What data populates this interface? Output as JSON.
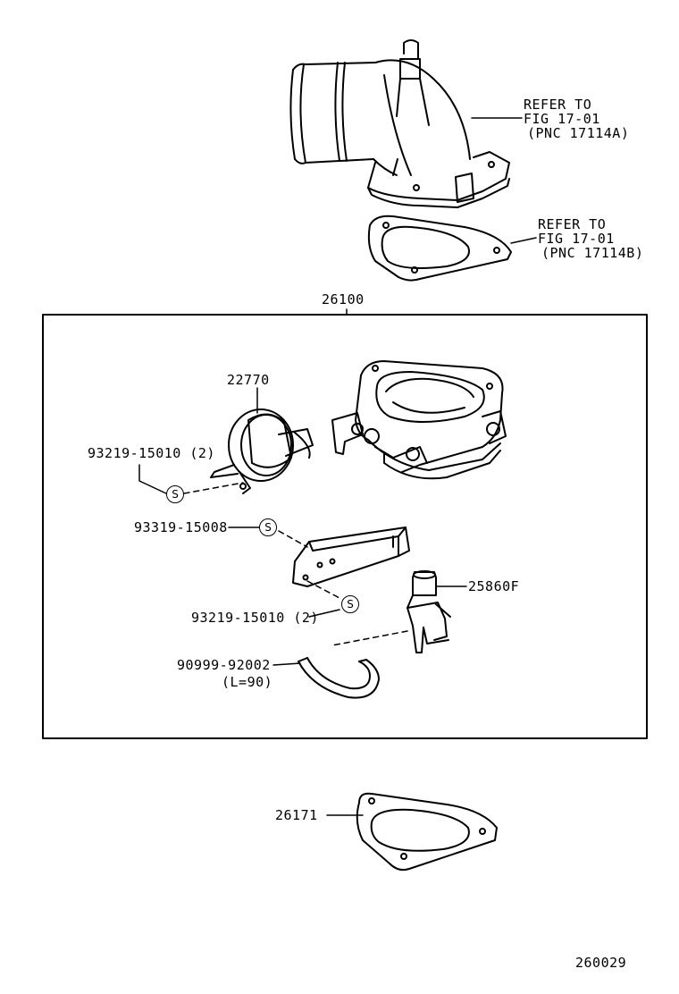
{
  "callouts": {
    "refer_a": [
      "REFER TO",
      "FIG 17-01",
      "(PNC 17114A)"
    ],
    "refer_b": [
      "REFER TO",
      "FIG 17-01",
      "(PNC 17114B)"
    ],
    "assembly": "26100",
    "p22770": "22770",
    "p93219_top": "93219-15010 (2)",
    "p93319": "93319-15008",
    "p93219_bottom": "93219-15010 (2)",
    "p25860F": "25860F",
    "p90999": "90999-92002",
    "p90999_len": "(L=90)",
    "p26171": "26171",
    "figure_no": "260029",
    "s_symbol": "S"
  }
}
